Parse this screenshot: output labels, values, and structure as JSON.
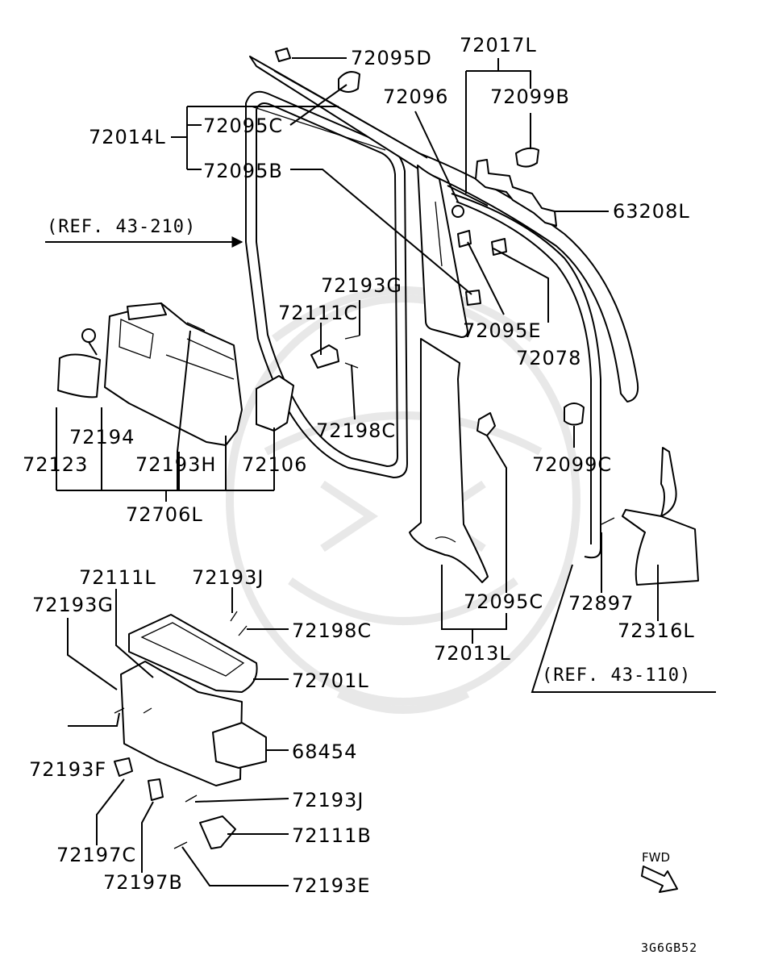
{
  "diagram": {
    "code": "3G6GB52",
    "fwd_label": "FWD",
    "refs": {
      "ref_upper": "(REF. 43-210)",
      "ref_lower": "(REF. 43-110)"
    },
    "labels": {
      "p72095D": "72095D",
      "p72017L": "72017L",
      "p72096": "72096",
      "p72099B": "72099B",
      "p72014L": "72014L",
      "p72095C_top": "72095C",
      "p72095B": "72095B",
      "p63208L": "63208L",
      "p72193G_top": "72193G",
      "p72111C": "72111C",
      "p72095E": "72095E",
      "p72078": "72078",
      "p72194": "72194",
      "p72198C_top": "72198C",
      "p72123": "72123",
      "p72193H": "72193H",
      "p72106": "72106",
      "p72099C": "72099C",
      "p72706L": "72706L",
      "p72111L": "72111L",
      "p72193J_top": "72193J",
      "p72193G_bot": "72193G",
      "p72198C_bot": "72198C",
      "p72095C_bot": "72095C",
      "p72897": "72897",
      "p72316L": "72316L",
      "p72013L": "72013L",
      "p72701L": "72701L",
      "p68454": "68454",
      "p72193F": "72193F",
      "p72193J_bot": "72193J",
      "p72197C": "72197C",
      "p72111B": "72111B",
      "p72197B": "72197B",
      "p72193E": "72193E"
    }
  }
}
